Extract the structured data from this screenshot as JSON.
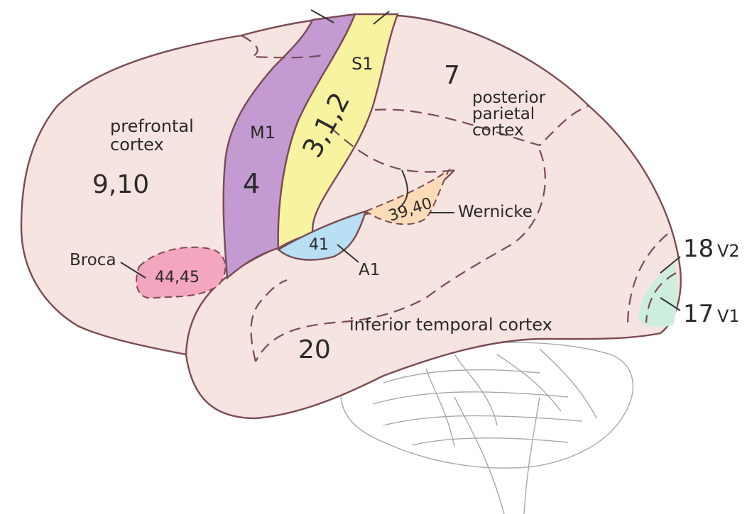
{
  "colors": {
    "cortex": "#f5e4df",
    "outline": "#7a4a55",
    "motor": "#c39ad2",
    "somatosensory": "#f8f3a0",
    "auditory": "#b8dff3",
    "wernicke": "#fcdcb8",
    "broca": "#f3a6bd",
    "visual": "#cdeedd",
    "cerebellum": "#ffffff"
  },
  "labels": {
    "prefrontal": [
      "prefrontal",
      "cortex"
    ],
    "area_9_10": "9,10",
    "m1": "M1",
    "area_4": "4",
    "s1": "S1",
    "area_3_1_2": "3,1,2",
    "area_7": "7",
    "posterior_parietal": [
      "posterior",
      "parietal",
      "cortex"
    ],
    "area_39_40": "39,40",
    "wernicke": "Wernicke",
    "area_41": "41",
    "a1": "A1",
    "broca": "Broca",
    "area_44_45": "44,45",
    "area_18": "18",
    "v2": "V2",
    "area_17": "17",
    "v1": "V1",
    "inferior_temporal": "inferior temporal cortex",
    "area_20": "20"
  }
}
